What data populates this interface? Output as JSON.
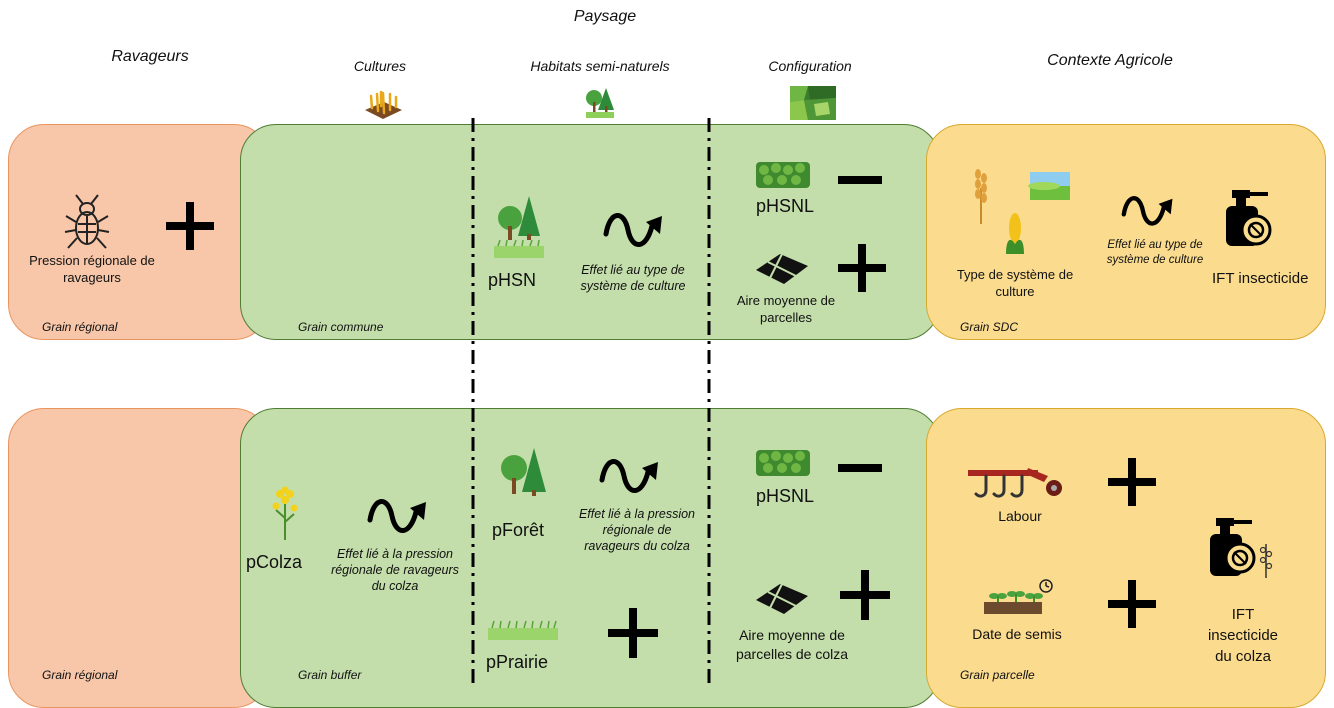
{
  "headers": {
    "paysage": "Paysage",
    "ravageurs": "Ravageurs",
    "cultures": "Cultures",
    "habitats": "Habitats semi-naturels",
    "configuration": "Configuration",
    "contexte": "Contexte Agricole"
  },
  "row1": {
    "pest_label": "Pression régionale de ravageurs",
    "pest_grain": "Grain régional",
    "landscape_grain": "Grain commune",
    "phsn": "pHSN",
    "phsn_effect": "Effet lié au type de système de culture",
    "phsnl": "pHSNL",
    "aire": "Aire moyenne de parcelles",
    "sdc_label": "Type de système de culture",
    "sdc_effect": "Effet lié au type de système de culture",
    "ift": "IFT insecticide",
    "agri_grain": "Grain SDC"
  },
  "row2": {
    "pest_grain": "Grain régional",
    "landscape_grain": "Grain buffer",
    "pcolza": "pColza",
    "pcolza_effect": "Effet lié à la pression régionale de ravageurs du colza",
    "pforet": "pForêt",
    "pforet_effect": "Effet lié à la pression régionale de ravageurs du colza",
    "pprairie": "pPrairie",
    "phsnl": "pHSNL",
    "aire": "Aire moyenne de parcelles de colza",
    "labour": "Labour",
    "date": "Date de semis",
    "ift": "IFT insecticide du colza",
    "agri_grain": "Grain parcelle"
  },
  "colors": {
    "pest_fill": "#f8c7a9",
    "landscape_fill": "#c4deab",
    "agri_fill": "#fbdc8f"
  }
}
